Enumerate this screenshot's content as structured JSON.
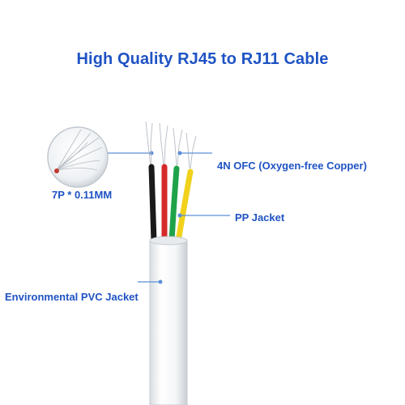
{
  "title": "High Quality RJ45 to RJ11 Cable",
  "labels": {
    "conductor": "4N OFC (Oxygen-free Copper)",
    "pp_jacket": "PP Jacket",
    "pvc_jacket": "Environmental PVC Jacket",
    "strand": "7P * 0.11MM"
  },
  "colors": {
    "text": "#1f53c4",
    "leader_line": "#5b8fd6",
    "wire_black": "#1a1a1a",
    "wire_red": "#d62a2a",
    "wire_green": "#1fa34a",
    "wire_yellow": "#f0d21c",
    "jacket": "#ffffff"
  },
  "icons": [
    "strand-magnifier-icon"
  ]
}
